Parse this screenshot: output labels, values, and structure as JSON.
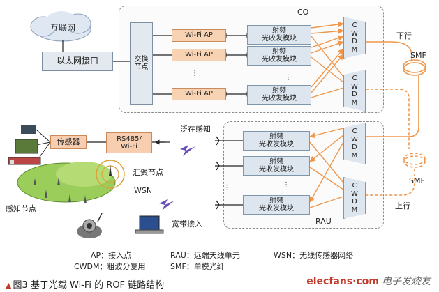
{
  "regions": {
    "co_label": "CO",
    "rau_label": "RAU"
  },
  "top_left": {
    "internet": "互联网",
    "ethernet": "以太网接口"
  },
  "switch_node": [
    "交换",
    "节点"
  ],
  "wifi_ap": [
    "Wi-Fi AP",
    "Wi-Fi AP",
    "Wi-Fi AP"
  ],
  "rf_module": [
    "射频",
    "光收发模块"
  ],
  "cwdm": [
    "C",
    "W",
    "D",
    "M"
  ],
  "fiber": {
    "downlink": "下行",
    "uplink": "上行",
    "smf_top": "SMF",
    "smf_bottom": "SMF"
  },
  "sensing": {
    "sensor": "传感器",
    "rs485_line1": "RS485/",
    "rs485_line2": "Wi-Fi",
    "ubiquitous": "泛在感知",
    "sink": "汇聚节点",
    "wsn": "WSN",
    "sense_node": "感知节点",
    "broadband": "宽带接入"
  },
  "legend": {
    "row1": [
      "AP：接入点",
      "RAU：远端天线单元",
      "WSN：无线传感器网络"
    ],
    "row2": [
      "CWDM：粗波分复用",
      "SMF：单模光纤"
    ]
  },
  "caption": {
    "marker": "▲",
    "text": "图3  基于光载 Wi-Fi 的 ROF 链路结构"
  },
  "watermark": {
    "main": "elecfans·com",
    "sub": "电子发烧友"
  },
  "colors": {
    "fiber": "#f0964a",
    "rf_fill": "#dde6ef",
    "wifi_fill": "#f7d3b4",
    "cloud": "#dfe8f2"
  }
}
